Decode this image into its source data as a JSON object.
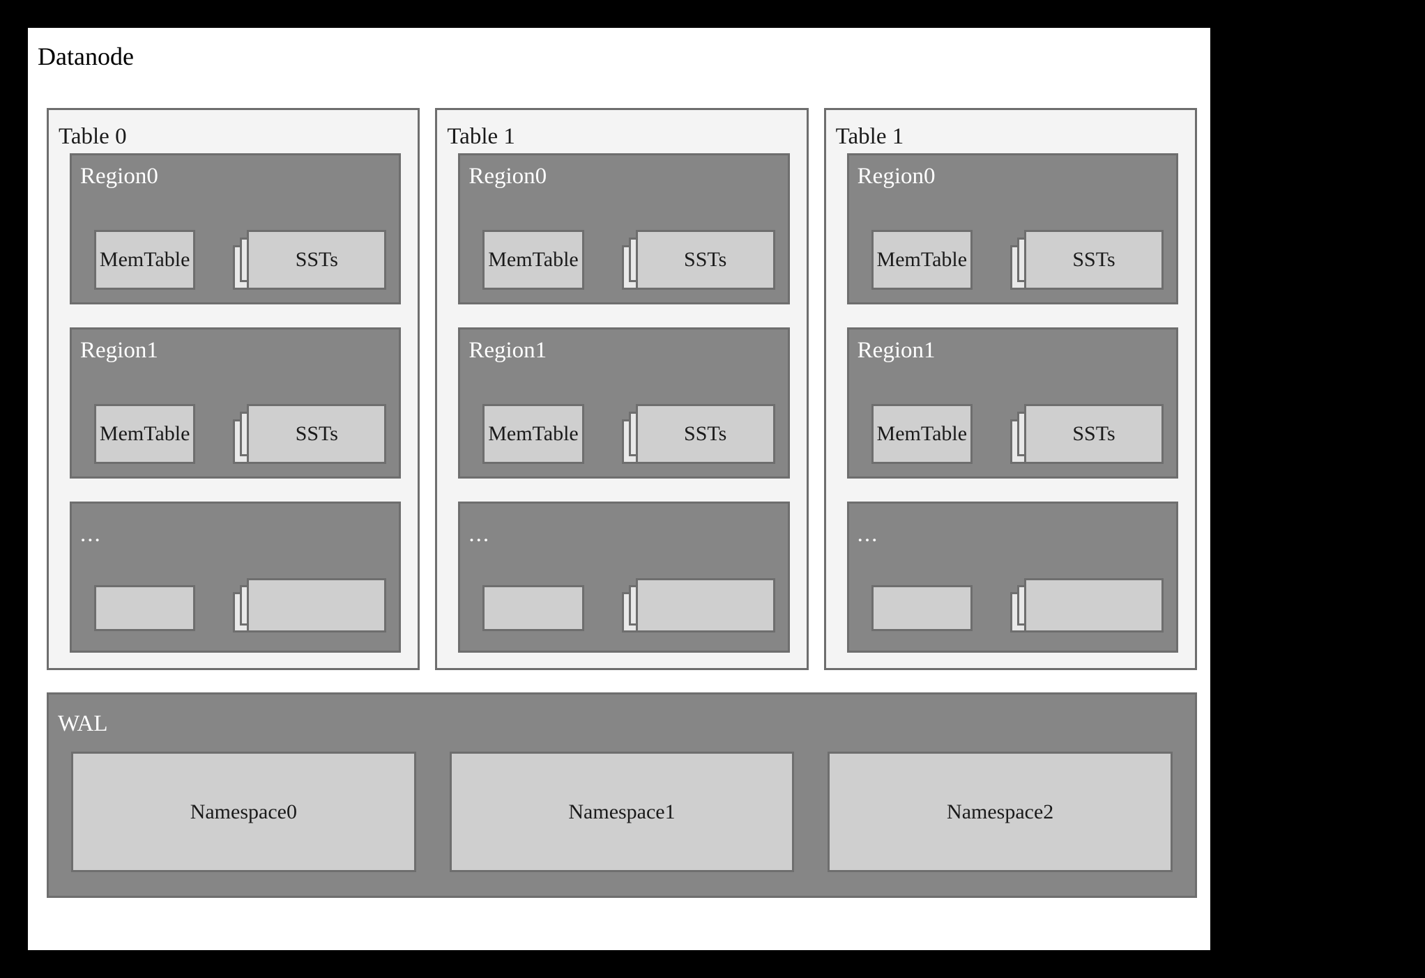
{
  "diagram": {
    "title": "Datanode",
    "wal": {
      "label": "WAL",
      "namespaces": [
        {
          "label": "Namespace0"
        },
        {
          "label": "Namespace1"
        },
        {
          "label": "Namespace2"
        }
      ]
    },
    "tables": [
      {
        "label": "Table 0",
        "regions": [
          {
            "label": "Region0",
            "memtable": "MemTable",
            "ssts": "SSTs"
          },
          {
            "label": "Region1",
            "memtable": "MemTable",
            "ssts": "SSTs"
          },
          {
            "label": "...",
            "memtable": "",
            "ssts": ""
          }
        ]
      },
      {
        "label": "Table 1",
        "regions": [
          {
            "label": "Region0",
            "memtable": "MemTable",
            "ssts": "SSTs"
          },
          {
            "label": "Region1",
            "memtable": "MemTable",
            "ssts": "SSTs"
          },
          {
            "label": "...",
            "memtable": "",
            "ssts": ""
          }
        ]
      },
      {
        "label": "Table 1",
        "regions": [
          {
            "label": "Region0",
            "memtable": "MemTable",
            "ssts": "SSTs"
          },
          {
            "label": "Region1",
            "memtable": "MemTable",
            "ssts": "SSTs"
          },
          {
            "label": "...",
            "memtable": "",
            "ssts": ""
          }
        ]
      }
    ]
  },
  "colors": {
    "page_background": "#ffffff",
    "outer_frame": "#000000",
    "table_panel_fill": "#f4f4f4",
    "region_fill": "#868686",
    "box_fill": "#cfcfcf",
    "border": "#6e6e6e",
    "text_dark": "#1a1a1a",
    "text_light": "#ffffff"
  }
}
